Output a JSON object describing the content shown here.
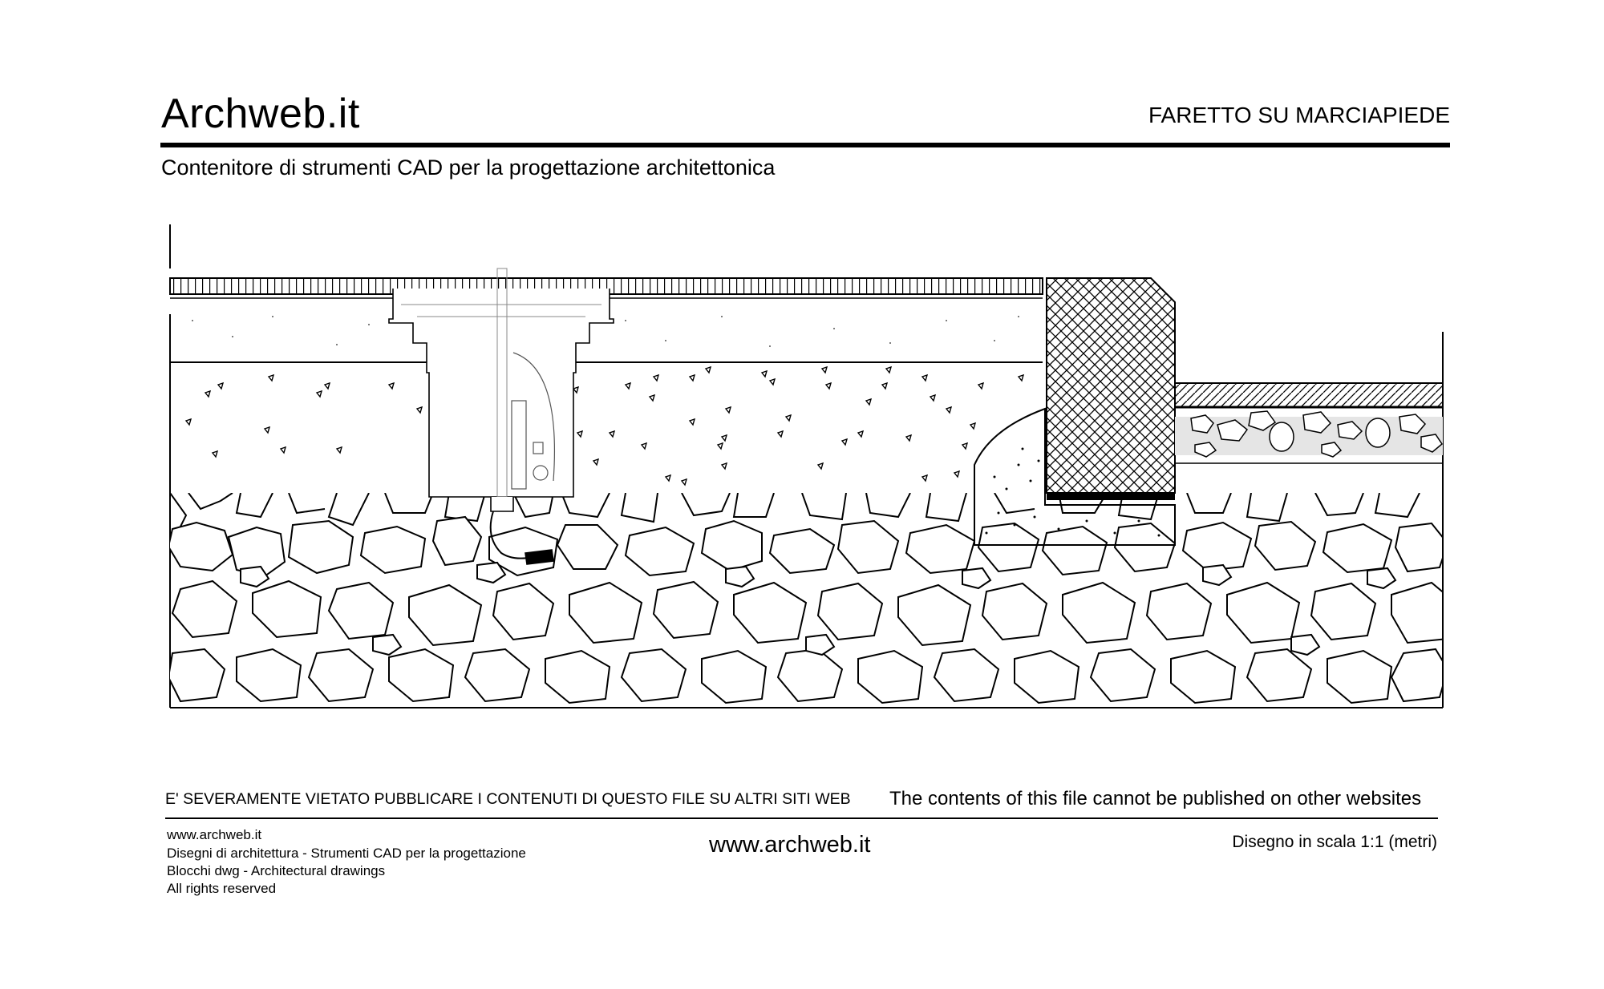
{
  "header": {
    "brand": "Archweb.it",
    "sheet_title": "FARETTO SU MARCIAPIEDE",
    "subtitle": "Contenitore di strumenti CAD per la progettazione architettonica"
  },
  "footer": {
    "warning_it": "E' SEVERAMENTE VIETATO PUBBLICARE I CONTENUTI DI QUESTO FILE SU ALTRI SITI WEB",
    "warning_en": "The contents of this file cannot be published on other websites",
    "info_lines": [
      "www.archweb.it",
      "Disegni di architettura - Strumenti CAD  per la progettazione",
      "Blocchi dwg - Architectural drawings",
      "All rights reserved"
    ],
    "center_url": "www.archweb.it",
    "scale_note": "Disegno in scala 1:1 (metri)"
  }
}
